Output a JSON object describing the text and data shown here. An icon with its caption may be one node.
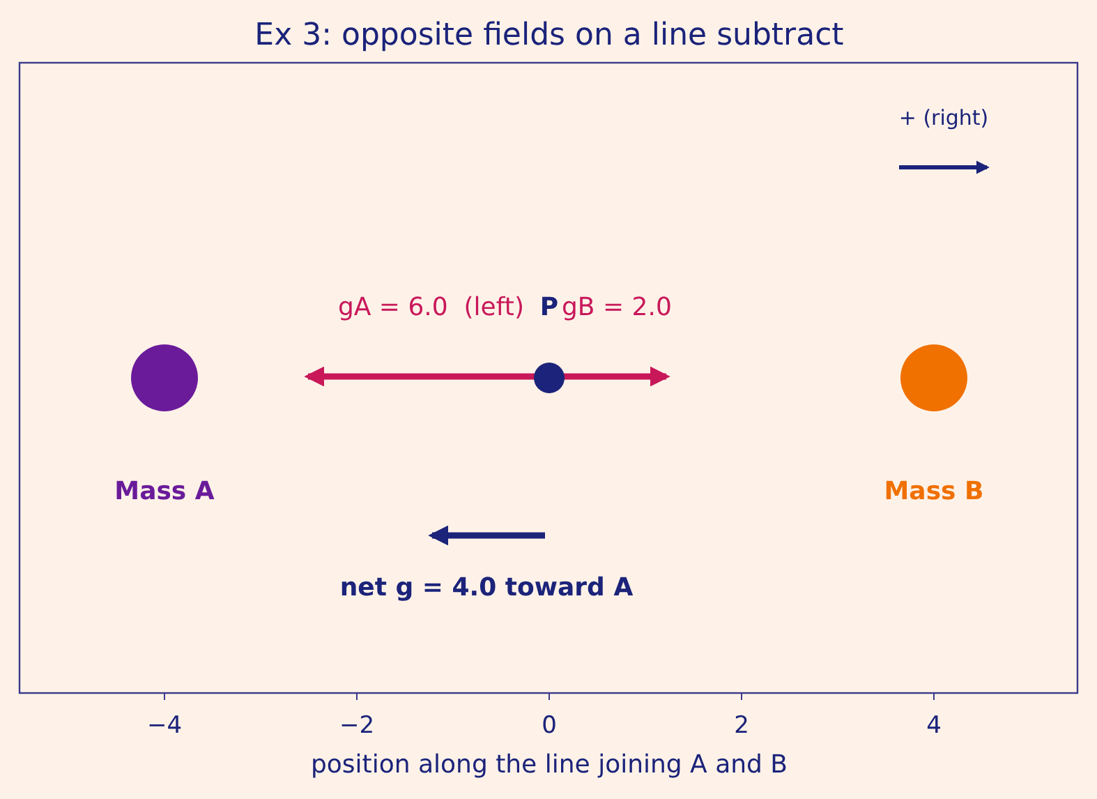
{
  "diagram": {
    "title": "Ex 3: opposite fields on a line subtract",
    "nodes": [
      {
        "text": [
          "Mass A"
        ]
      },
      {
        "text": [
          "Mass B"
        ]
      },
      {
        "text": [
          "P"
        ]
      }
    ],
    "labels": [
      "+ (right)",
      "gA = 6.0  (left)",
      "gB = 2.0",
      "net g = 4.0 toward A",
      "−4",
      "−2",
      "0",
      "2",
      "4",
      "position along the line joining A and B"
    ]
  }
}
